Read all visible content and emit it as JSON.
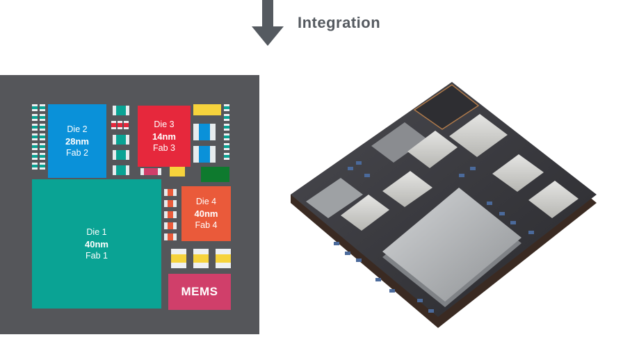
{
  "header": {
    "label": "Integration"
  },
  "diagram": {
    "die1": {
      "name": "Die 1",
      "node": "40nm",
      "fab": "Fab 1"
    },
    "die2": {
      "name": "Die 2",
      "node": "28nm",
      "fab": "Fab 2"
    },
    "die3": {
      "name": "Die 3",
      "node": "14nm",
      "fab": "Fab 3"
    },
    "die4": {
      "name": "Die 4",
      "node": "40nm",
      "fab": "Fab 4"
    },
    "mems": {
      "label": "MEMS"
    }
  },
  "colors": {
    "board": "#55565a",
    "die1": "#0aa394",
    "die2": "#0a91d9",
    "die3": "#e6283c",
    "die4": "#ea5a3a",
    "mems": "#d03f6a",
    "header_text": "#555a60"
  },
  "photo": {
    "subject": "system-in-package module photo"
  }
}
